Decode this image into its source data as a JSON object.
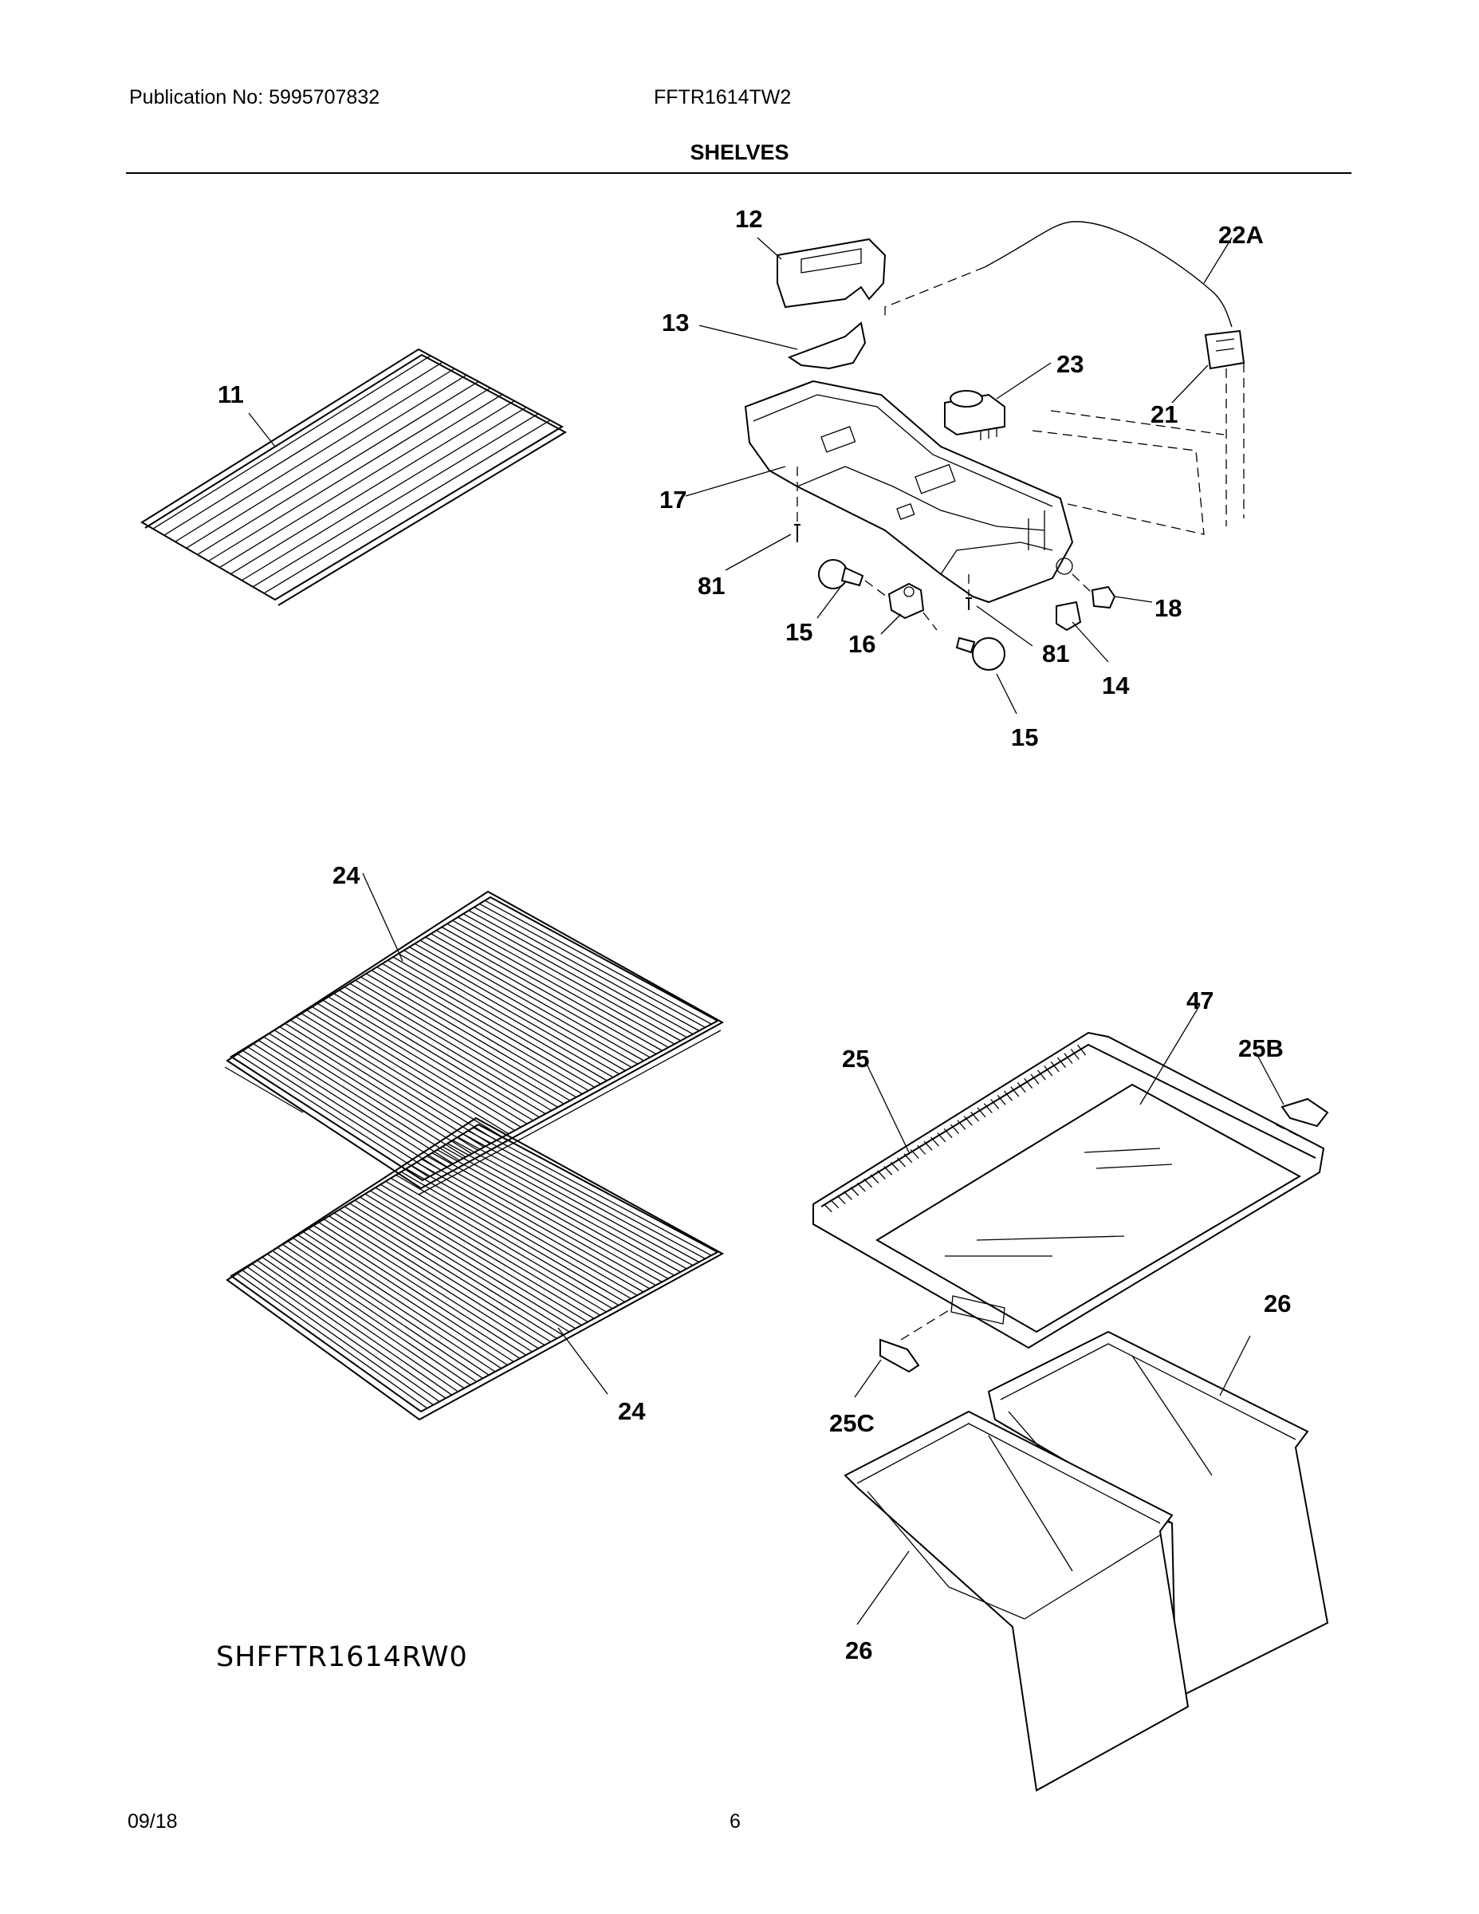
{
  "header": {
    "publication": "Publication No: 5995707832",
    "model": "FFTR1614TW2",
    "section_title": "SHELVES"
  },
  "diagram": {
    "code": "SHFFTR1614RW0",
    "callouts": {
      "c12": "12",
      "c22a": "22A",
      "c13": "13",
      "c23": "23",
      "c11": "11",
      "c21": "21",
      "c17": "17",
      "c81a": "81",
      "c18": "18",
      "c15a": "15",
      "c16": "16",
      "c81b": "81",
      "c14": "14",
      "c15b": "15",
      "c24a": "24",
      "c47": "47",
      "c25": "25",
      "c25b": "25B",
      "c26a": "26",
      "c24b": "24",
      "c25c": "25C",
      "c26b": "26"
    }
  },
  "footer": {
    "date": "09/18",
    "page": "6"
  }
}
